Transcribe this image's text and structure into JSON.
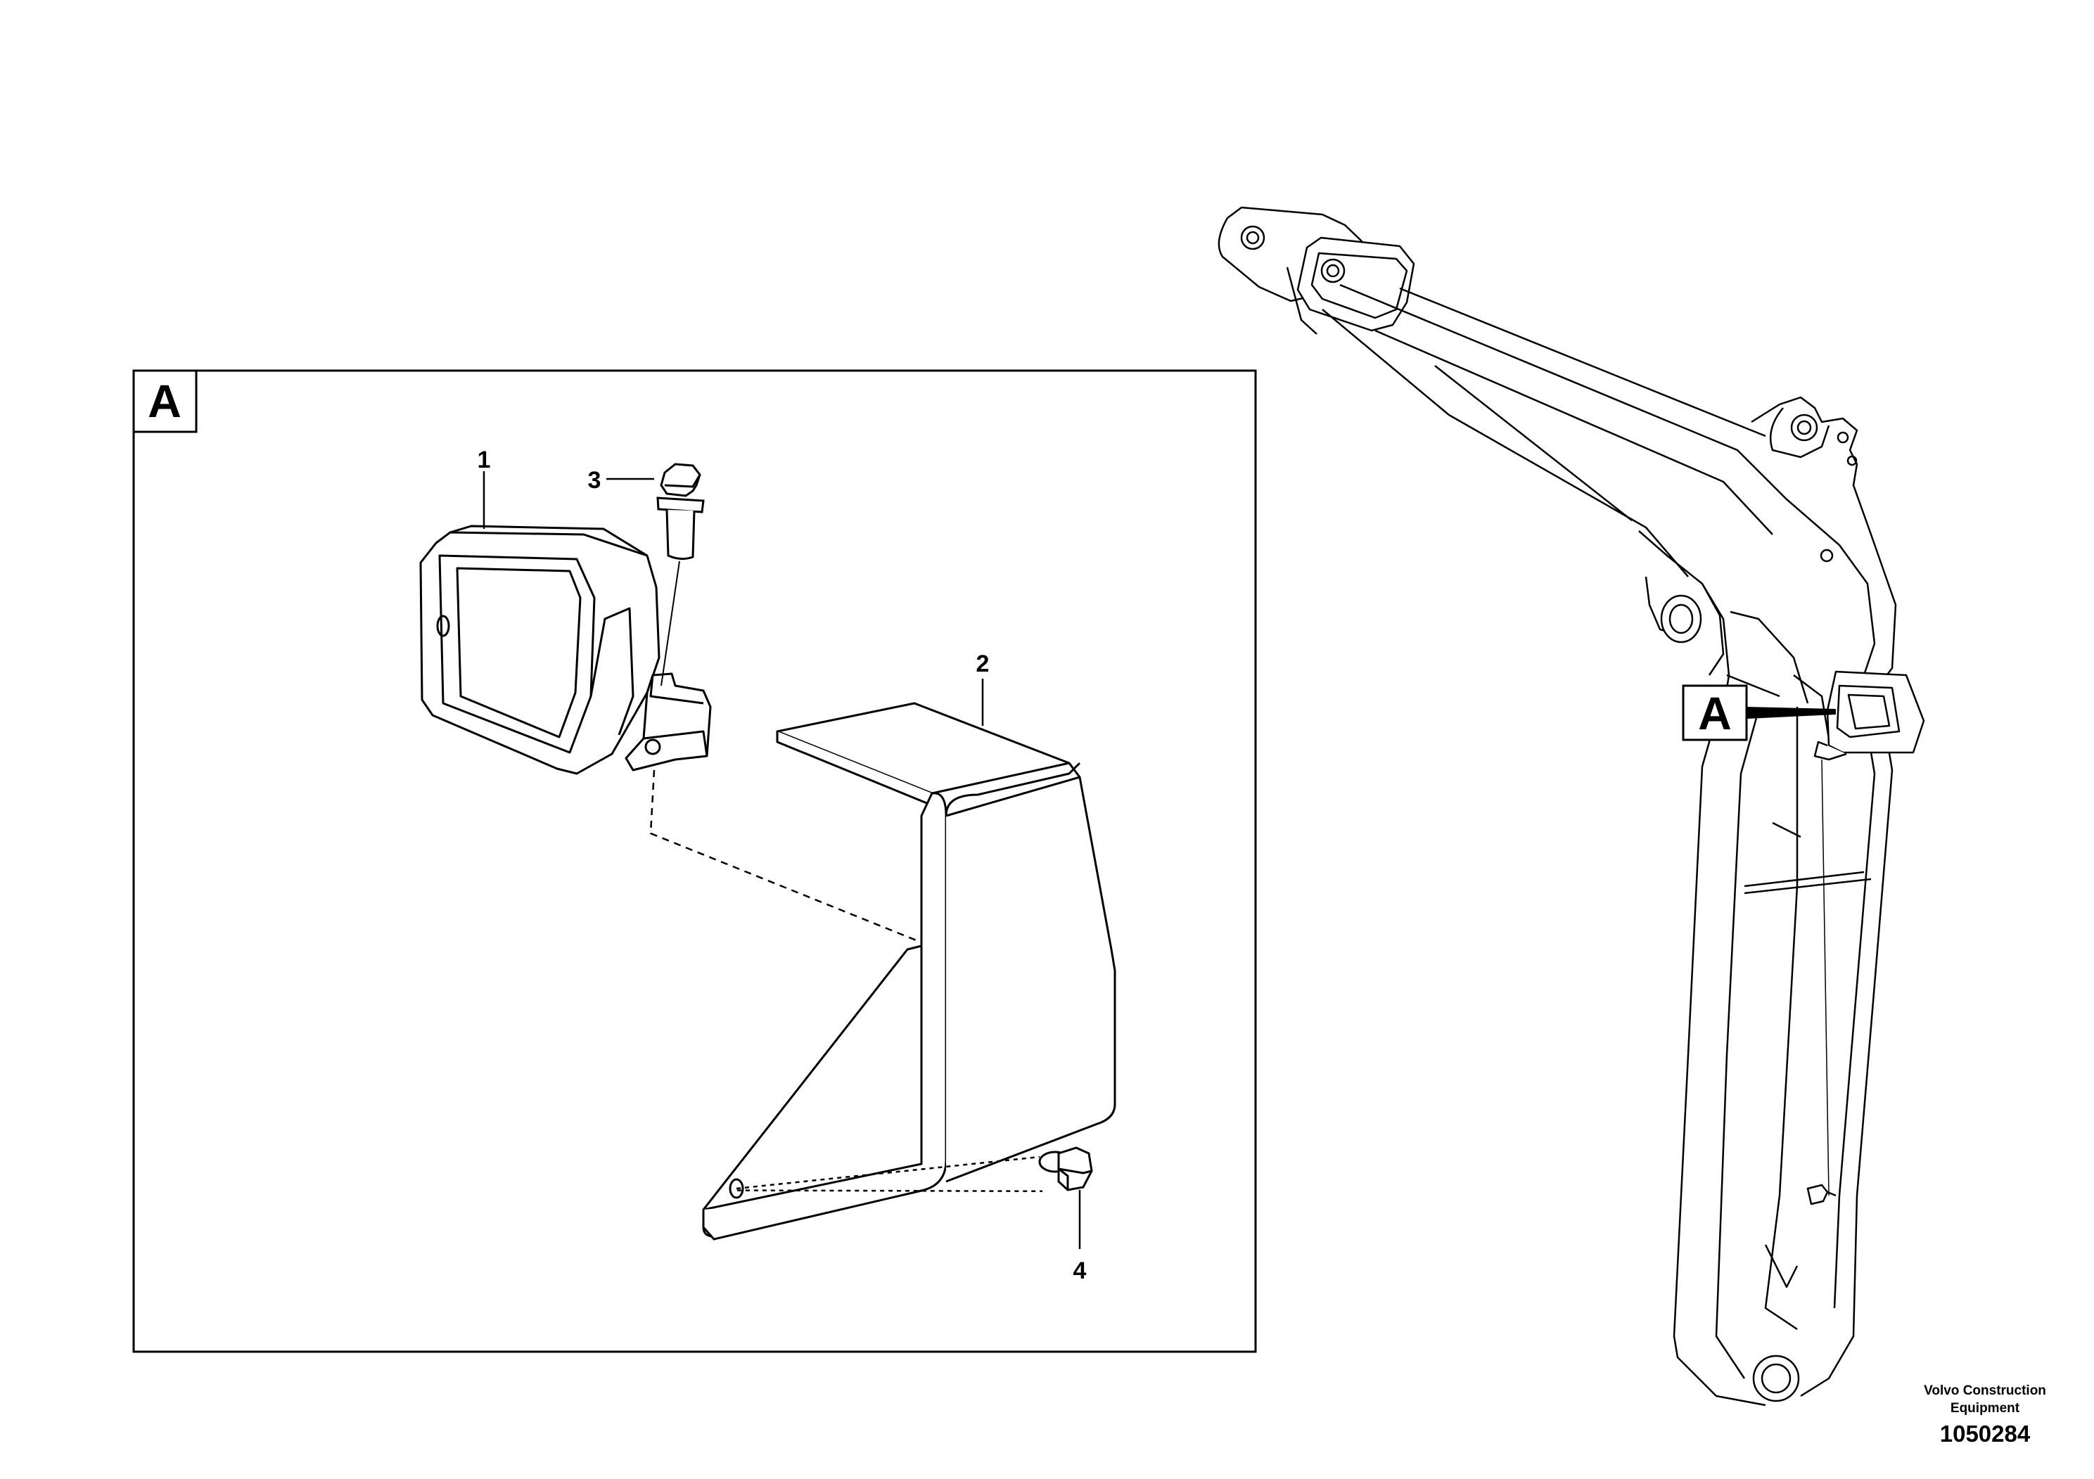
{
  "detail": {
    "label": "A",
    "callouts": [
      {
        "id": "1",
        "text": "1"
      },
      {
        "id": "2",
        "text": "2"
      },
      {
        "id": "3",
        "text": "3"
      },
      {
        "id": "4",
        "text": "4"
      }
    ]
  },
  "boom_marker": {
    "label": "A"
  },
  "footer": {
    "company_line1": "Volvo Construction",
    "company_line2": "Equipment",
    "drawing_number": "1050284"
  },
  "colors": {
    "line": "#000000",
    "background": "#ffffff"
  }
}
